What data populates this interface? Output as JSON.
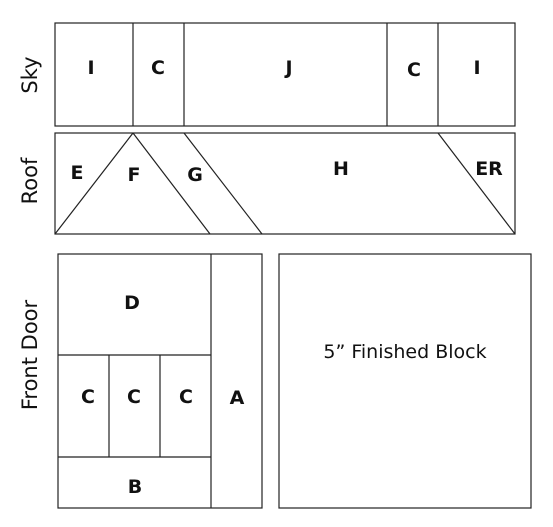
{
  "colors": {
    "line": "#222222",
    "text": "#111111",
    "background": "#ffffff"
  },
  "sections": {
    "sky": {
      "label": "Sky",
      "pieces": [
        "I",
        "C",
        "J",
        "C",
        "I"
      ]
    },
    "roof": {
      "label": "Roof",
      "pieces": [
        "E",
        "F",
        "G",
        "H",
        "ER"
      ]
    },
    "front_door": {
      "label": "Front Door",
      "pieces": [
        "D",
        "C",
        "C",
        "C",
        "A",
        "B"
      ]
    },
    "finished_block": {
      "label": "5” Finished Block"
    }
  }
}
